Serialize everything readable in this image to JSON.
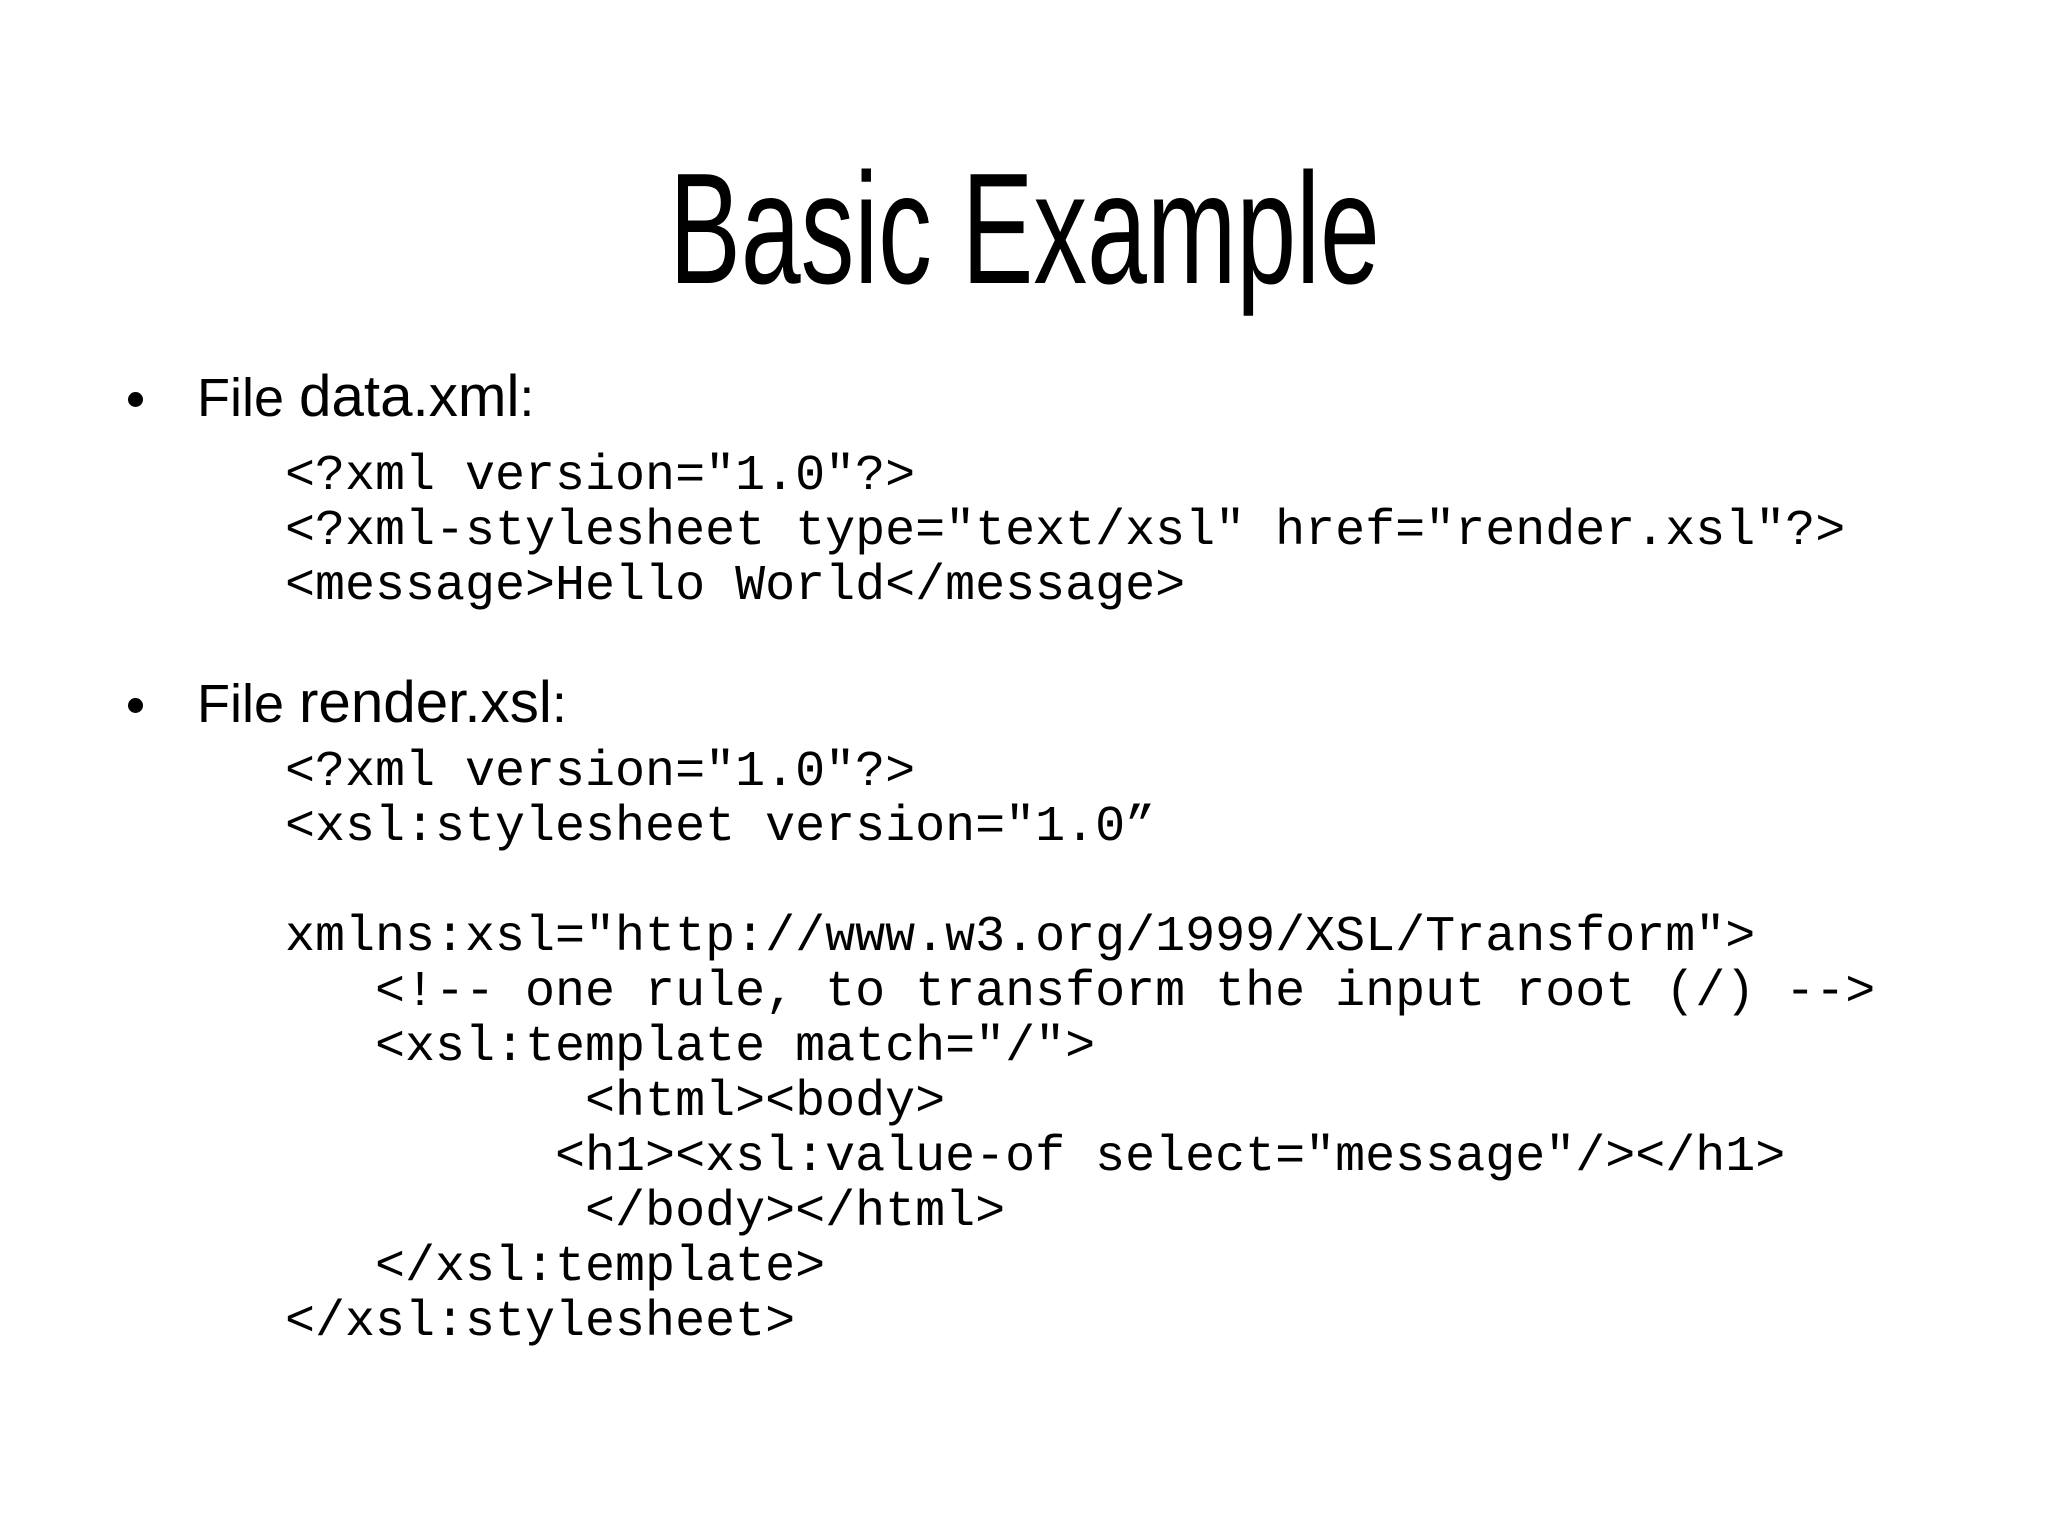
{
  "slide": {
    "title": "Basic Example",
    "bullets": [
      {
        "prefix": "File ",
        "filename": "data.xml",
        "suffix": ":",
        "code": "<?xml version=\"1.0\"?>\n<?xml-stylesheet type=\"text/xsl\" href=\"render.xsl\"?>\n<message>Hello World</message>"
      },
      {
        "prefix": "File ",
        "filename": "render.xsl",
        "suffix": ":",
        "code": "<?xml version=\"1.0\"?>\n<xsl:stylesheet version=\"1.0”\n\nxmlns:xsl=\"http://www.w3.org/1999/XSL/Transform\">\n   <!-- one rule, to transform the input root (/) -->\n   <xsl:template match=\"/\">\n          <html><body>\n         <h1><xsl:value-of select=\"message\"/></h1>\n          </body></html>\n   </xsl:template>\n</xsl:stylesheet>"
      }
    ]
  }
}
